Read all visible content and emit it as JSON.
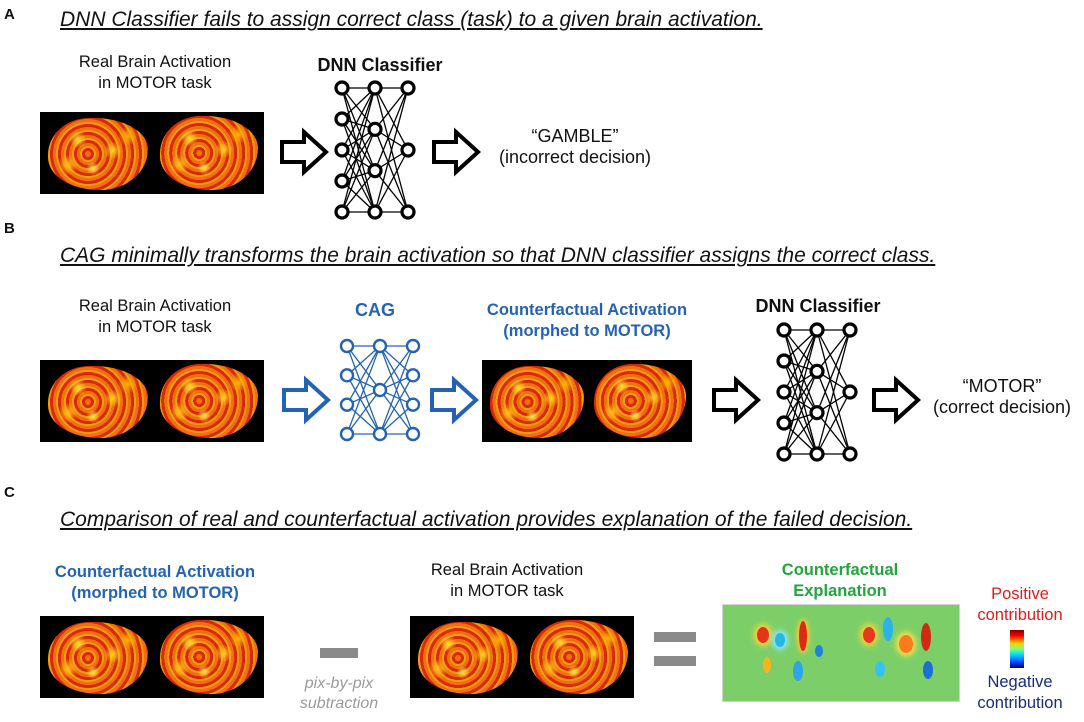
{
  "panels": [
    {
      "letter": "A",
      "heading": "DNN Classifier fails to assign correct class (task) to a given brain activation.",
      "input_label_line1": "Real Brain Activation",
      "input_label_line2": "in MOTOR task",
      "classifier_label": "DNN Classifier",
      "output_line1": "“GAMBLE”",
      "output_line2": "(incorrect decision)"
    },
    {
      "letter": "B",
      "heading": "CAG minimally transforms the brain activation so that DNN classifier assigns the correct class.",
      "input_label_line1": "Real Brain Activation",
      "input_label_line2": "in MOTOR task",
      "cag_label": "CAG",
      "counterfactual_line1": "Counterfactual Activation",
      "counterfactual_line2": "(morphed to MOTOR)",
      "classifier_label": "DNN Classifier",
      "output_line1": "“MOTOR”",
      "output_line2": "(correct decision)"
    },
    {
      "letter": "C",
      "heading": "Comparison of real and counterfactual activation provides explanation of the failed decision.",
      "counterfactual_line1": "Counterfactual Activation",
      "counterfactual_line2": "(morphed to MOTOR)",
      "minus_note_line1": "pix-by-pix",
      "minus_note_line2": "subtraction",
      "real_line1": "Real Brain Activation",
      "real_line2": "in MOTOR task",
      "explanation_line1": "Counterfactual",
      "explanation_line2": "Explanation",
      "positive_line1": "Positive",
      "positive_line2": "contribution",
      "negative_line1": "Negative",
      "negative_line2": "contribution"
    }
  ],
  "colors": {
    "cag_blue": "#2463b4",
    "explanation_green": "#22a53b",
    "positive_red": "#e01b1b",
    "negative_navy": "#172c7c",
    "note_gray": "#9a9a9a"
  }
}
